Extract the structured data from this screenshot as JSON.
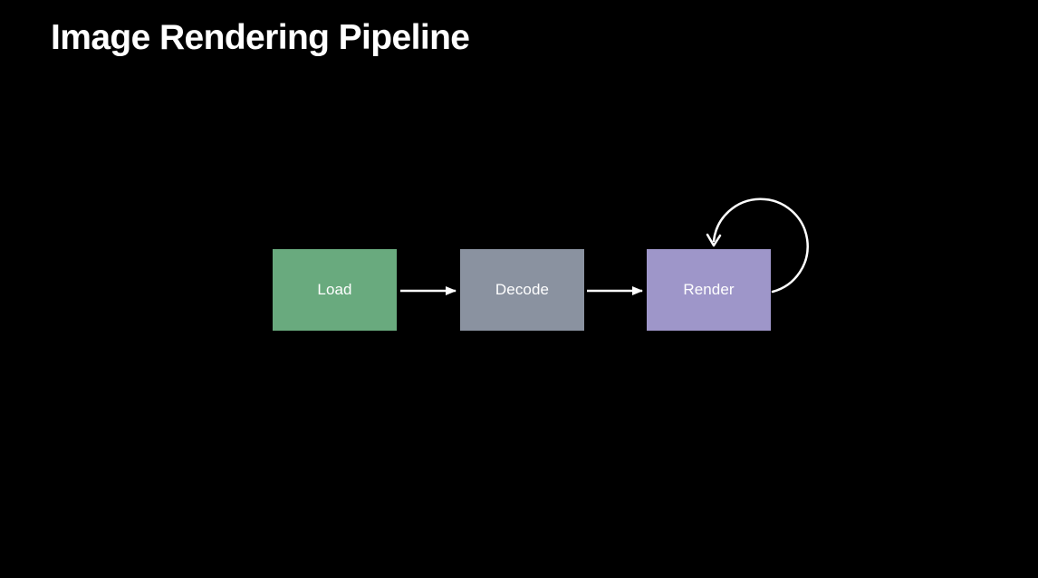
{
  "slide": {
    "title": "Image Rendering Pipeline",
    "background_color": "#000000",
    "title_color": "#ffffff"
  },
  "diagram": {
    "arrow_color": "#ffffff",
    "nodes": [
      {
        "id": "load",
        "label": "Load",
        "color": "#69aa7e",
        "text_color": "#ffffff"
      },
      {
        "id": "decode",
        "label": "Decode",
        "color": "#8a92a0",
        "text_color": "#ffffff"
      },
      {
        "id": "render",
        "label": "Render",
        "color": "#9e96c9",
        "text_color": "#ffffff"
      }
    ],
    "edges": [
      {
        "from": "Load",
        "to": "Decode",
        "style": "arrow"
      },
      {
        "from": "Decode",
        "to": "Render",
        "style": "arrow"
      },
      {
        "from": "Render",
        "to": "Render",
        "style": "self-loop"
      }
    ]
  }
}
